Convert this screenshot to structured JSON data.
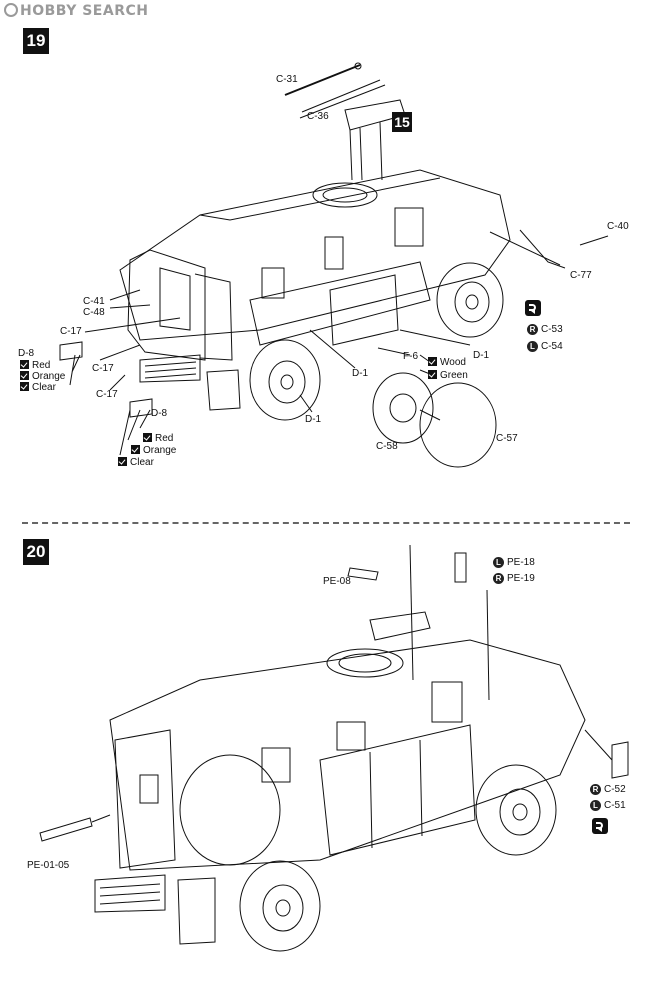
{
  "watermark": "HOBBY SEARCH",
  "step19": {
    "number": "19",
    "ref_step": "15",
    "parts": {
      "c31": "C-31",
      "c36": "C-36",
      "c40": "C-40",
      "c77": "C-77",
      "c41": "C-41",
      "c48": "C-48",
      "c17a": "C-17",
      "c17b": "C-17",
      "c17c": "C-17",
      "d8a": "D-8",
      "d8b": "D-8",
      "f6": "F-6",
      "d1a": "D-1",
      "d1b": "D-1",
      "d1c": "D-1",
      "c58": "C-58",
      "c57": "C-57",
      "c53": "C-53",
      "c54": "C-54"
    },
    "r_badge": "R",
    "l_badge": "L",
    "f6_options": [
      "Wood",
      "Green"
    ],
    "d8a_options": [
      "Red",
      "Orange",
      "Clear"
    ],
    "d8b_options": [
      "Red",
      "Orange",
      "Clear"
    ]
  },
  "step20": {
    "number": "20",
    "parts": {
      "pe08": "PE-08",
      "pe18": "PE-18",
      "pe19": "PE-19",
      "pe0105": "PE-01-05",
      "c52": "C-52",
      "c51": "C-51"
    },
    "l_badge": "L",
    "r_badge": "R"
  }
}
